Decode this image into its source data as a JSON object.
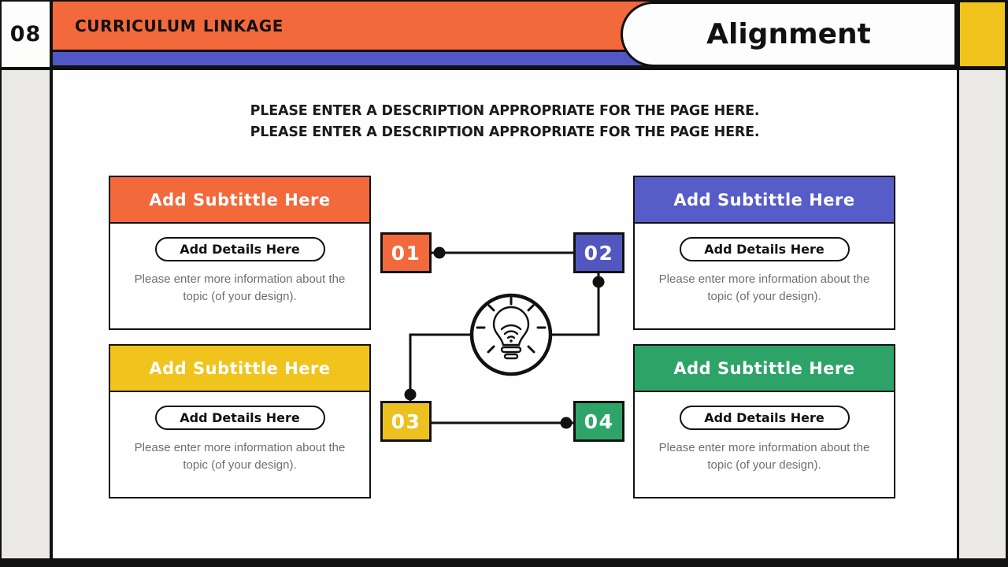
{
  "slide": {
    "page_number": "08",
    "section_title": "CURRICULUM LINKAGE",
    "slide_title": "Alignment",
    "description_line1": "PLEASE ENTER A DESCRIPTION APPROPRIATE FOR THE PAGE HERE.",
    "description_line2": "PLEASE ENTER A DESCRIPTION APPROPRIATE FOR THE PAGE HERE."
  },
  "cards": [
    {
      "position": "top-left",
      "accent": "#F2693C",
      "title": "Add Subtittle Here",
      "button_label": "Add Details Here",
      "body_line1": "Please enter more information about the",
      "body_line2": "topic (of your design)."
    },
    {
      "position": "top-right",
      "accent": "#565CC8",
      "title": "Add Subtittle Here",
      "button_label": "Add Details Here",
      "body_line1": "Please enter more information about the",
      "body_line2": "topic (of your design)."
    },
    {
      "position": "bottom-left",
      "accent": "#F0C41D",
      "title": "Add Subtittle Here",
      "button_label": "Add Details Here",
      "body_line1": "Please enter more information about the",
      "body_line2": "topic (of your design)."
    },
    {
      "position": "bottom-right",
      "accent": "#2EA368",
      "title": "Add Subtittle Here",
      "button_label": "Add Details Here",
      "body_line1": "Please enter more information about the",
      "body_line2": "topic (of your design)."
    }
  ],
  "steps": [
    {
      "label": "01",
      "color": "#F2693C"
    },
    {
      "label": "02",
      "color": "#5157BE"
    },
    {
      "label": "03",
      "color": "#ECC01F"
    },
    {
      "label": "04",
      "color": "#2EA568"
    }
  ],
  "icons": {
    "center_icon": "lightbulb-icon"
  },
  "colors": {
    "frame_black": "#111111",
    "header_orange": "#F2693C",
    "strip_blue": "#5157C4",
    "corner_yellow": "#F0C41D",
    "margin_gray": "#EAE9E5",
    "note_gray": "#6F6F6F"
  }
}
